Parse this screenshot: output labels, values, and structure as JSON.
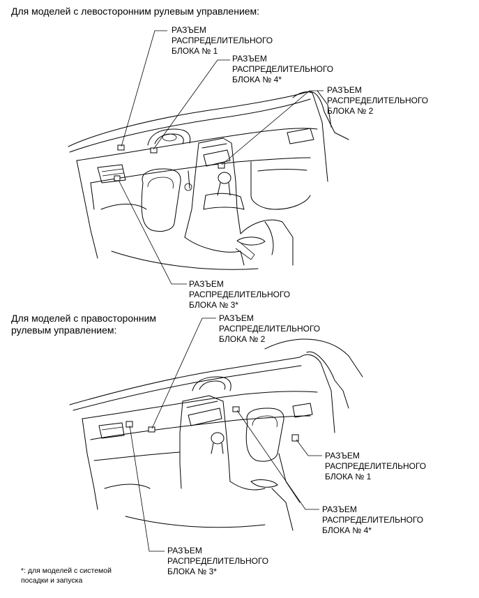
{
  "lhd": {
    "heading": "Для моделей с левосторонним рулевым управлением:",
    "c1": [
      "РАЗЪЕМ",
      "РАСПРЕДЕЛИТЕЛЬНОГО",
      "БЛОКА № 1"
    ],
    "c4": [
      "РАЗЪЕМ",
      "РАСПРЕДЕЛИТЕЛЬНОГО",
      "БЛОКА № 4*"
    ],
    "c2": [
      "РАЗЪЕМ",
      "РАСПРЕДЕЛИТЕЛЬНОГО",
      "БЛОКА № 2"
    ],
    "c3": [
      "РАЗЪЕМ",
      "РАСПРЕДЕЛИТЕЛЬНОГО",
      "БЛОКА № 3*"
    ]
  },
  "rhd": {
    "heading": [
      "Для моделей с правосторонним",
      "рулевым управлением:"
    ],
    "c2": [
      "РАЗЪЕМ",
      "РАСПРЕДЕЛИТЕЛЬНОГО",
      "БЛОКА № 2"
    ],
    "c1": [
      "РАЗЪЕМ",
      "РАСПРЕДЕЛИТЕЛЬНОГО",
      "БЛОКА № 1"
    ],
    "c4": [
      "РАЗЪЕМ",
      "РАСПРЕДЕЛИТЕЛЬНОГО",
      "БЛОКА № 4*"
    ],
    "c3": [
      "РАЗЪЕМ",
      "РАСПРЕДЕЛИТЕЛЬНОГО",
      "БЛОКА № 3*"
    ]
  },
  "footnote": [
    "*: для моделей с системой",
    "посадки и запуска"
  ]
}
